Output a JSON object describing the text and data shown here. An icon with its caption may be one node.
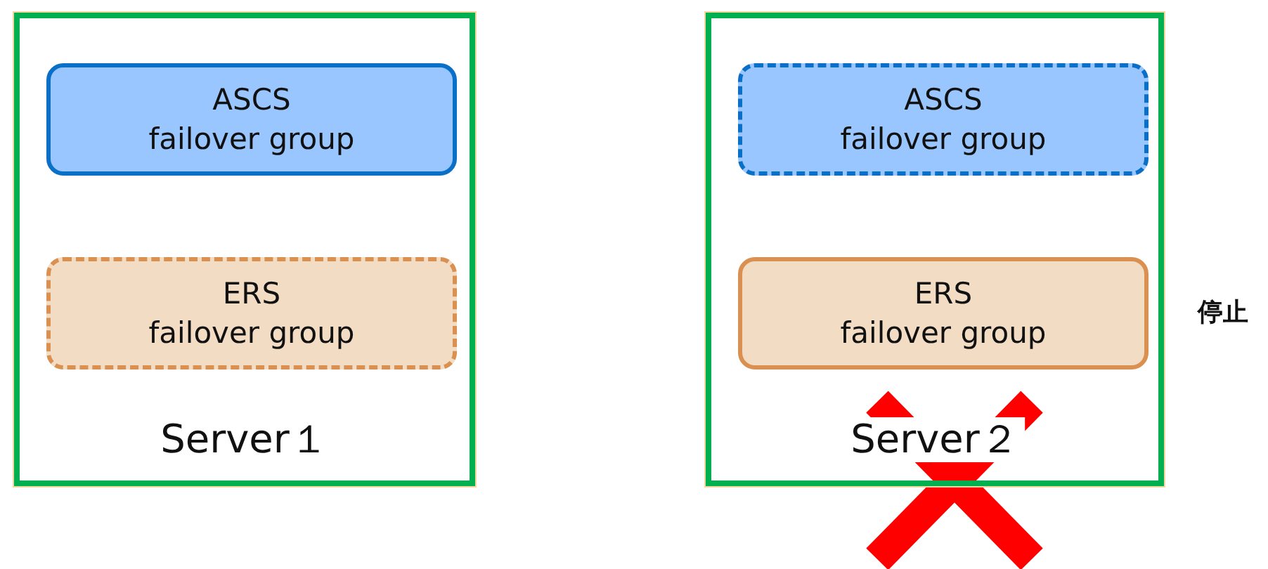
{
  "diagram": {
    "nodes": [
      {
        "text": [
          "Server１"
        ]
      },
      {
        "text": [
          "ASCS",
          "failover group"
        ],
        "in": 0
      },
      {
        "text": [
          "ERS",
          "failover group"
        ],
        "in": 0
      },
      {
        "text": [
          "Server２"
        ],
        "beside": [
          "停止"
        ]
      },
      {
        "text": [
          "ASCS",
          "failover group"
        ],
        "in": 3
      },
      {
        "text": [
          "ERS",
          "failover group"
        ],
        "in": 3
      }
    ]
  }
}
